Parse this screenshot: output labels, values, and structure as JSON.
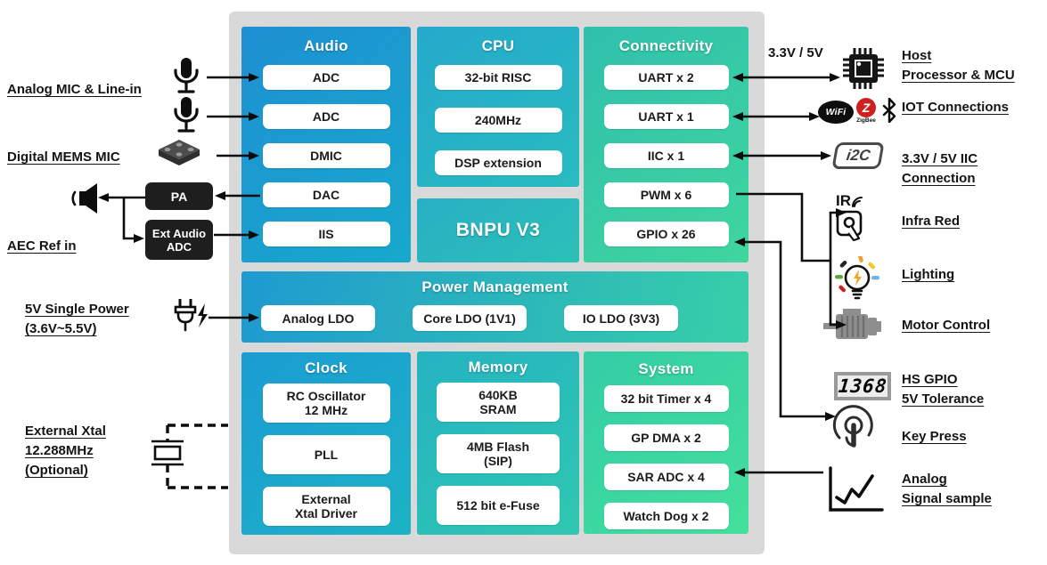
{
  "left": {
    "labels": [
      "Analog MIC & Line-in",
      "Digital MEMS MIC",
      "AEC Ref in",
      "5V Single Power\n(3.6V~5.5V)",
      "External Xtal\n12.288MHz\n(Optional)"
    ],
    "pa": "PA",
    "ext_audio_adc": "Ext Audio\nADC"
  },
  "chip": {
    "audio": {
      "title": "Audio",
      "items": [
        "ADC",
        "ADC",
        "DMIC",
        "DAC",
        "IIS"
      ]
    },
    "cpu": {
      "title": "CPU",
      "items": [
        "32-bit RISC",
        "240MHz",
        "DSP extension"
      ]
    },
    "bnpu": {
      "title": "BNPU V3"
    },
    "connectivity": {
      "title": "Connectivity",
      "items": [
        "UART x 2",
        "UART x 1",
        "IIC x 1",
        "PWM x 6",
        "GPIO x 26"
      ]
    },
    "power": {
      "title": "Power Management",
      "items": [
        "Analog LDO",
        "Core LDO (1V1)",
        "IO LDO (3V3)"
      ]
    },
    "clock": {
      "title": "Clock",
      "items": [
        "RC Oscillator\n12 MHz",
        "PLL",
        "External\nXtal Driver"
      ]
    },
    "memory": {
      "title": "Memory",
      "items": [
        "640KB\nSRAM",
        "4MB Flash\n(SIP)",
        "512 bit e-Fuse"
      ]
    },
    "system": {
      "title": "System",
      "items": [
        "32 bit Timer x 4",
        "GP DMA x 2",
        "SAR ADC x 4",
        "Watch Dog x 2"
      ]
    }
  },
  "right": {
    "voltage_note": "3.3V / 5V",
    "labels": [
      "Host\nProcessor & MCU",
      "IOT Connections",
      "3.3V / 5V IIC\nConnection",
      "Infra Red",
      "Lighting",
      "Motor Control",
      "HS GPIO\n5V Tolerance",
      "Key Press",
      "Analog\nSignal sample"
    ],
    "wifi": "WiFi",
    "zigbee_z": "Z",
    "zigbee": "ZigBee",
    "i2c": "i2C",
    "ir": "IR",
    "seven_segment": "1368"
  },
  "colors": {
    "chip_bg": "#d9d9d9",
    "gradient_start": "#1b90d4",
    "gradient_end": "#41d89d",
    "bnpu_teal": "#27b4c2",
    "box_bg": "#ffffff",
    "wire_black": "#0c0c0c",
    "zigbee_red": "#cf2020"
  }
}
